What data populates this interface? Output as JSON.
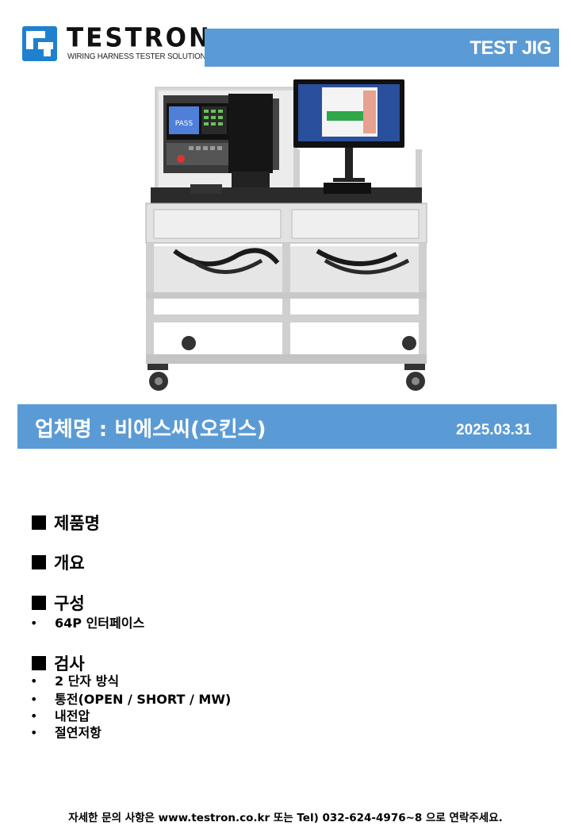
{
  "header": {
    "brand": "TESTRON",
    "tagline": "WIRING HARNESS TESTER SOLUTIONS",
    "category": "TEST JIG"
  },
  "colors": {
    "accent": "#5b9bd5",
    "logo_blue": "#1f80d0"
  },
  "photo": {
    "screen_text": "PASS"
  },
  "company": {
    "name": "업체명 : 비에스씨(오킨스)",
    "date": "2025.03.31"
  },
  "sections": [
    {
      "title": "제품명",
      "items": []
    },
    {
      "title": "개요",
      "items": []
    },
    {
      "title": "구성",
      "items": [
        "64P 인터페이스"
      ]
    },
    {
      "title": "검사",
      "items": [
        "2 단자 방식",
        "통전(OPEN / SHORT / MW)",
        "내전압",
        "절연저항"
      ]
    }
  ],
  "footer": {
    "text": "자세한 문의 사항은 www.testron.co.kr 또는 Tel) 032-624-4976~8 으로 연락주세요."
  }
}
